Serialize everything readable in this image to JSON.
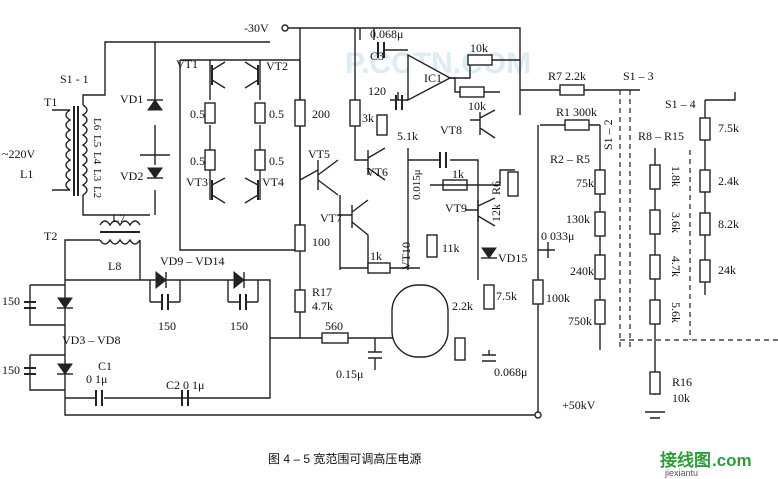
{
  "caption": "图 4 – 5    宽范围可调高压电源",
  "watermark": "P.CCTN.COM",
  "logo": {
    "main": "接线图",
    "suffix": ".com",
    "url": "jiexiantu"
  },
  "supply": {
    "neg": "-30V",
    "pos": "+50kV"
  },
  "labels": {
    "s1_1": "S1 - 1",
    "t1": "T1",
    "l1": "L1",
    "t2": "T2",
    "mains": "~220V",
    "l2": "L2",
    "l3": "L3",
    "l4": "L4",
    "l5": "L5",
    "l6": "L6",
    "l7": "L7",
    "l8": "L8",
    "vd1": "VD1",
    "vd2": "VD2",
    "vt1": "VT1",
    "vt2": "VT2",
    "vt3": "VT3",
    "vt4": "VT4",
    "r05a": "0.5",
    "r05b": "0.5",
    "r05c": "0.5",
    "r05d": "0.5",
    "r200": "200",
    "r100": "100",
    "r3k": "3k",
    "r51k": "5.1k",
    "c120": "120",
    "c3": "C3",
    "c0068a": "0.068μ",
    "ic1": "IC1",
    "r10ka": "10k",
    "r10kb": "10k",
    "vt8": "VT8",
    "vt5": "VT5",
    "vt6": "VT6",
    "vt7": "VT7",
    "c0015": "0.015μ",
    "r1ka": "1k",
    "r6": "R6",
    "r12k": "12k",
    "vt9": "VT9",
    "vt10": "VT10",
    "r11k": "11k",
    "vd15": "VD15",
    "r1kb": "1k",
    "r17": "R17",
    "r47k": "4.7k",
    "r560": "560",
    "c015": "0.15μ",
    "r22k": "2.2k",
    "r75k": "7.5k",
    "c0068b": "0.068μ",
    "r7": "R7 2.2k",
    "r1": "R1  300k",
    "r2r5": "R2 – R5",
    "v75k": "75k",
    "v130k": "130k",
    "v240k": "240k",
    "v750k": "750k",
    "c0033": "0  033μ",
    "r100k": "100k",
    "s13": "S1 – 3",
    "s12": "S1 – 2",
    "r8r15": "R8 – R15",
    "w18k": "1.8k",
    "w36k": "3.6k",
    "w47k": "4.7k",
    "w56k": "5.6k",
    "s14": "S1 – 4",
    "x75k": "7.5k",
    "x24k": "2.4k",
    "x82k": "8.2k",
    "x24kb": "24k",
    "r16": "R16",
    "r16v": "10k",
    "vd914": "VD9 – VD14",
    "vd38": "VD3 – VD8",
    "c150a": "150",
    "c150b": "150",
    "c150c": "150",
    "c150d": "150",
    "c1": "C1",
    "c1v": "0  1μ",
    "c2": "C2   0  1μ"
  }
}
